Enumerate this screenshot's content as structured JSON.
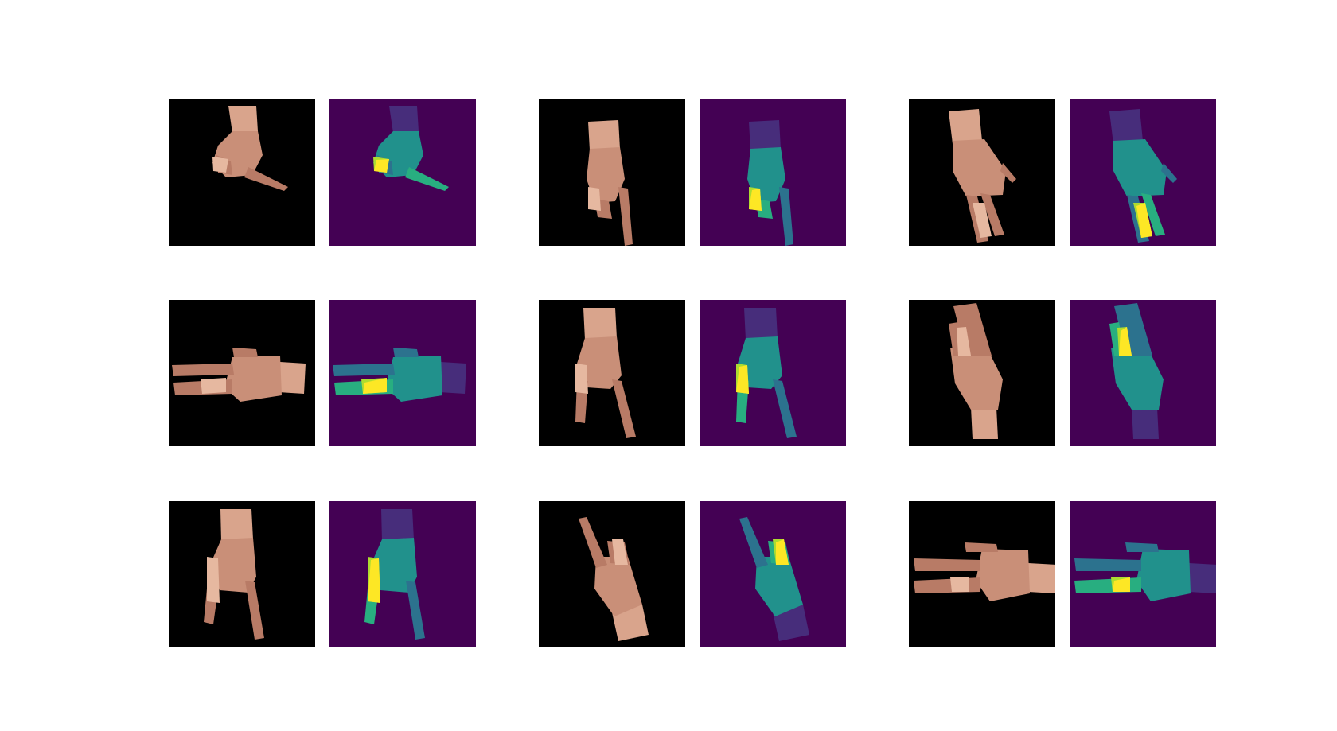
{
  "figure": {
    "background_color": "#ffffff",
    "rgb_background_color": "#000000",
    "mask_background_color": "#440154",
    "skin_colors": [
      "#d9a48c",
      "#c98f78",
      "#b87b66",
      "#e6b8a0"
    ],
    "segmentation_colors": [
      "#472d7b",
      "#3b528b",
      "#2c728e",
      "#21918c",
      "#28ae80",
      "#5ec962",
      "#addc30",
      "#fde725"
    ],
    "pairs": [
      {
        "pose": "thumbs-down-curl",
        "rgb_image": "hand-rgb",
        "mask_image": "hand-segmentation-mask"
      },
      {
        "pose": "index-down",
        "rgb_image": "hand-rgb",
        "mask_image": "hand-segmentation-mask"
      },
      {
        "pose": "open-palm-down",
        "rgb_image": "hand-rgb",
        "mask_image": "hand-segmentation-mask"
      },
      {
        "pose": "sideways-two-fingers-left",
        "rgb_image": "hand-rgb",
        "mask_image": "hand-segmentation-mask"
      },
      {
        "pose": "two-fingers-down",
        "rgb_image": "hand-rgb",
        "mask_image": "hand-segmentation-mask"
      },
      {
        "pose": "flat-palm-up",
        "rgb_image": "hand-rgb",
        "mask_image": "hand-segmentation-mask"
      },
      {
        "pose": "two-fingers-down-bent",
        "rgb_image": "hand-rgb",
        "mask_image": "hand-segmentation-mask"
      },
      {
        "pose": "index-up-diagonal",
        "rgb_image": "hand-rgb",
        "mask_image": "hand-segmentation-mask"
      },
      {
        "pose": "sideways-open-left",
        "rgb_image": "hand-rgb",
        "mask_image": "hand-segmentation-mask"
      }
    ]
  }
}
